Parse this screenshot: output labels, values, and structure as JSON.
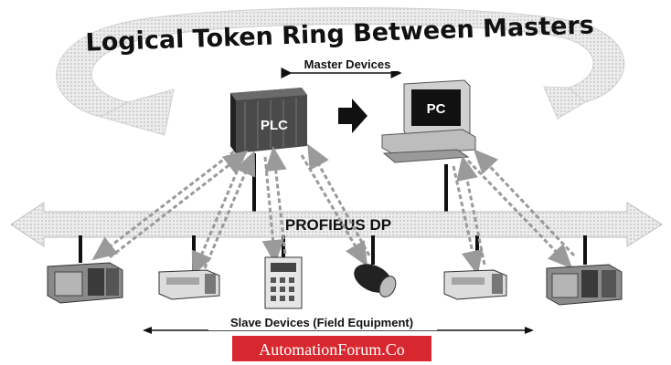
{
  "diagram": {
    "title": "Logical Token Ring Between Masters",
    "bus_label": "PROFIBUS DP",
    "master_label": "Master Devices",
    "slave_label": "Slave Devices (Field Equipment)",
    "plc_label": "PLC",
    "pc_label": "PC",
    "footer": "AutomationForum.Co",
    "colors": {
      "bus": "#c8c8c8",
      "ring": "#d9d9d9",
      "device_dark": "#3a3a3a",
      "footer_bg": "#d8282f"
    }
  }
}
